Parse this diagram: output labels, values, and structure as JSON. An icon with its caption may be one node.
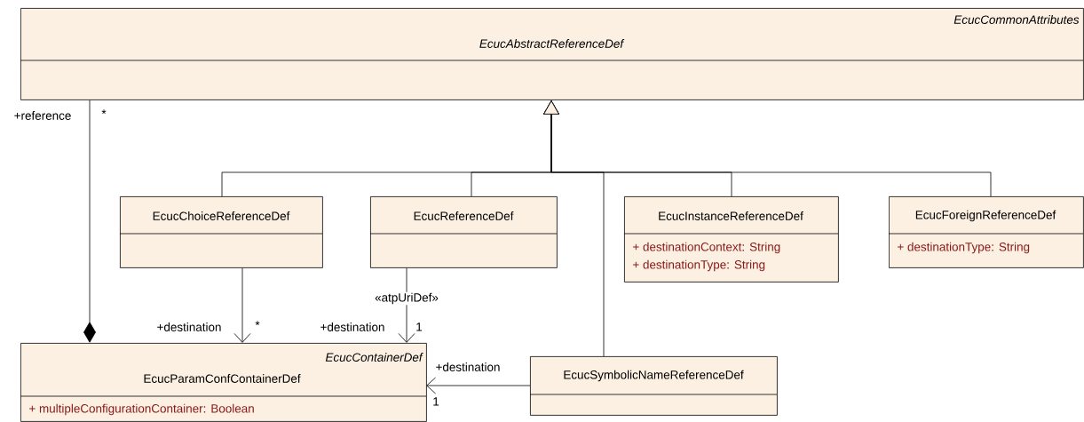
{
  "diagram": {
    "nodes": [
      {
        "text": [
          "EcucCommonAttributes",
          "EcucAbstractReferenceDef"
        ]
      },
      {
        "text": [
          "EcucChoiceReferenceDef"
        ]
      },
      {
        "text": [
          "EcucReferenceDef"
        ]
      },
      {
        "text": [
          "EcucInstanceReferenceDef",
          "+ destinationContext: String",
          "+ destinationType: String"
        ]
      },
      {
        "text": [
          "EcucForeignReferenceDef",
          "+ destinationType: String"
        ]
      },
      {
        "text": [
          "EcucContainerDef",
          "EcucParamConfContainerDef",
          "+ multipleConfigurationContainer: Boolean"
        ]
      },
      {
        "text": [
          "EcucSymbolicNameReferenceDef"
        ]
      }
    ],
    "edges": [
      {
        "from": 0,
        "to": 5,
        "arrow": "other"
      },
      {
        "from": 1,
        "to": 0,
        "arrow": "to"
      },
      {
        "from": 2,
        "to": 0,
        "arrow": "to"
      },
      {
        "from": 6,
        "to": 0,
        "arrow": "to"
      },
      {
        "from": 3,
        "to": 0,
        "arrow": "to"
      },
      {
        "from": 4,
        "to": 0,
        "arrow": "to"
      },
      {
        "from": 1,
        "to": 5,
        "arrow": "to"
      },
      {
        "from": 2,
        "to": 5,
        "arrow": "to",
        "label": "«atpUriDef»"
      },
      {
        "from": 6,
        "to": 5,
        "arrow": "to"
      }
    ],
    "labels": [
      "+reference",
      "*",
      "+destination",
      "*",
      "+destination",
      "1",
      "+destination",
      "1"
    ]
  }
}
